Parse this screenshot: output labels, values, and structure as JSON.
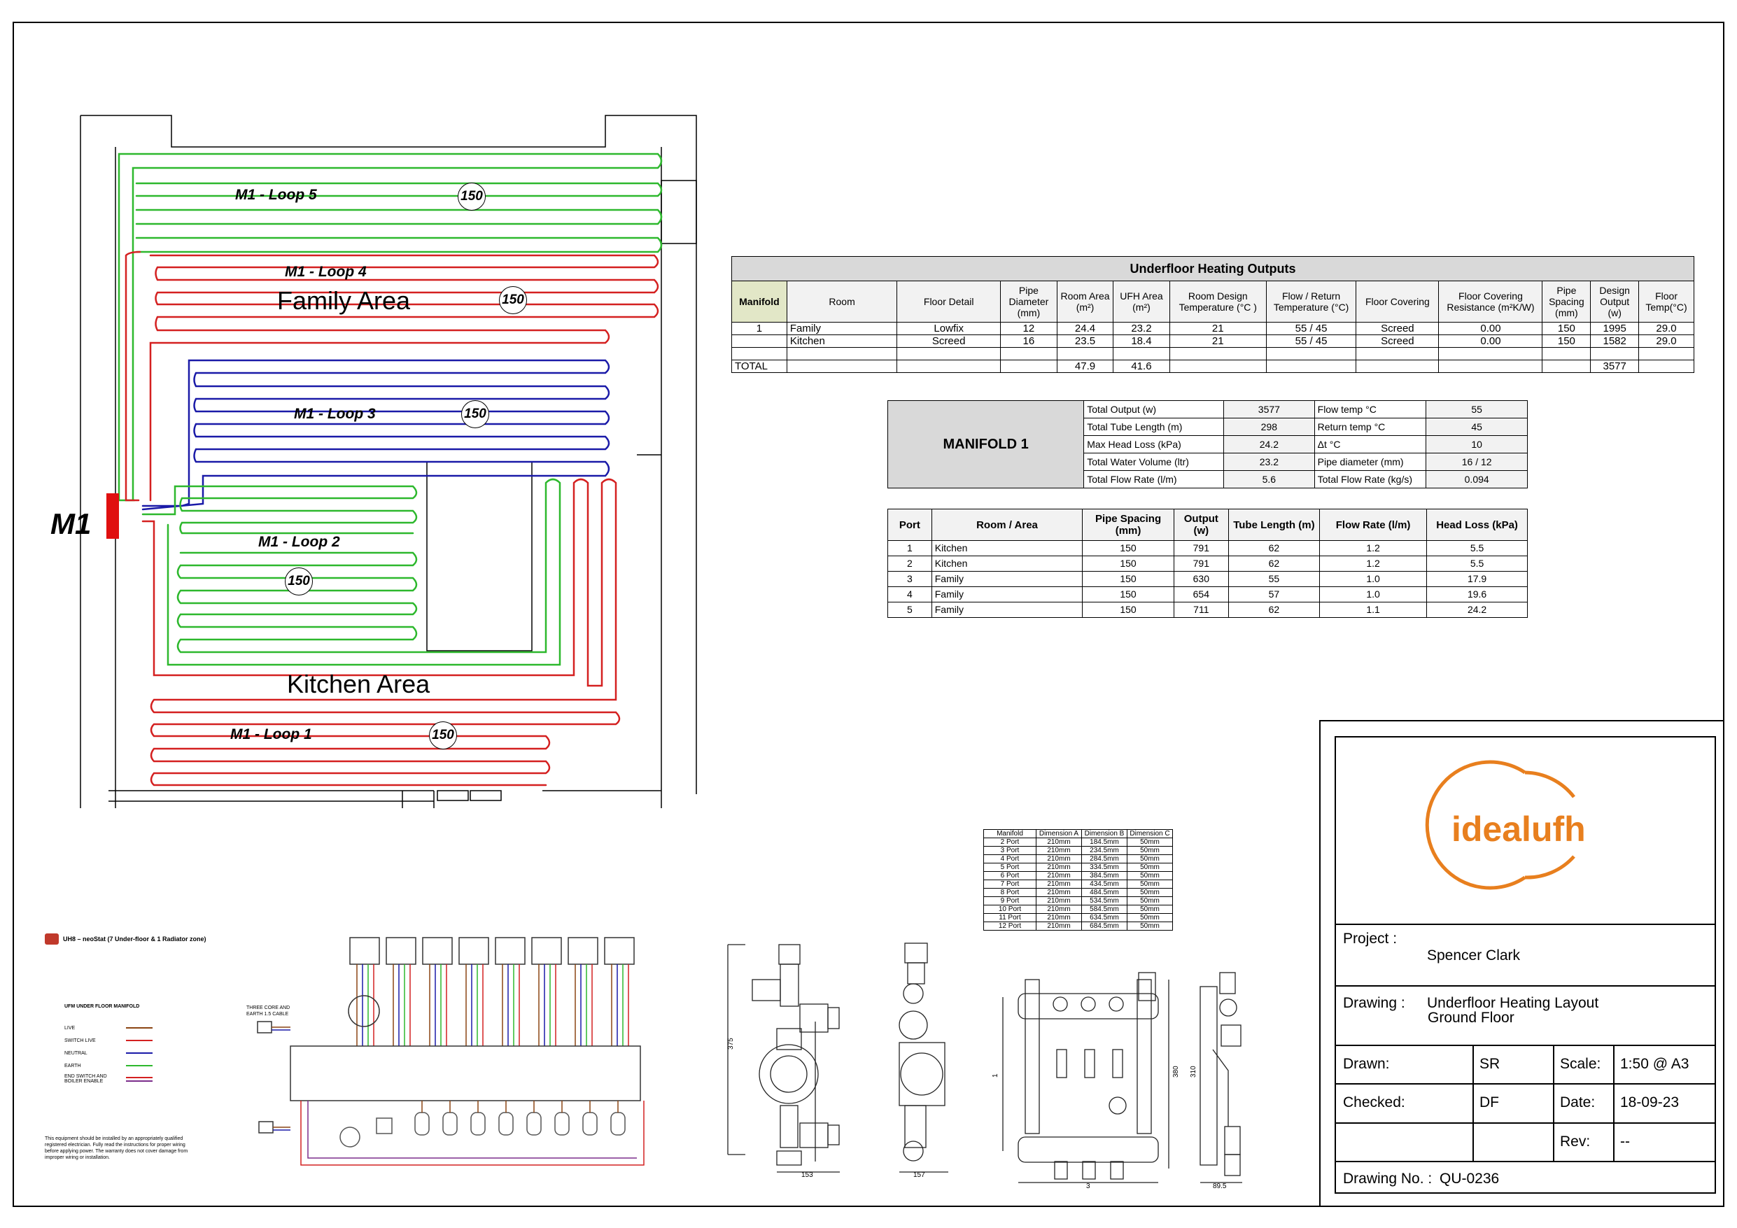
{
  "plan": {
    "manifold_tag": "M1",
    "area_family": "Family Area",
    "area_kitchen": "Kitchen Area",
    "loops": [
      {
        "label": "M1 - Loop 5",
        "spacing": "150",
        "color": "#2db82d"
      },
      {
        "label": "M1 - Loop 4",
        "spacing": "150",
        "color": "#d42020"
      },
      {
        "label": "M1 - Loop 3",
        "spacing": "150",
        "color": "#1a1aa8"
      },
      {
        "label": "M1 - Loop 2",
        "spacing": "150",
        "color": "#2db82d"
      },
      {
        "label": "M1 - Loop 1",
        "spacing": "150",
        "color": "#d42020"
      }
    ],
    "manifold_color": "#e01010"
  },
  "outputs": {
    "title": "Underfloor Heating Outputs",
    "headers": [
      "Manifold",
      "Room",
      "Floor Detail",
      "Pipe Diameter (mm)",
      "Room Area (m²)",
      "UFH Area (m²)",
      "Room Design Temperature (°C )",
      "Flow / Return Temperature (°C)",
      "Floor Covering",
      "Floor Covering Resistance (m²K/W)",
      "Pipe Spacing (mm)",
      "Design Output (w)",
      "Floor Temp(°C)"
    ],
    "rows": [
      [
        "1",
        "Family",
        "Lowfix",
        "12",
        "24.4",
        "23.2",
        "21",
        "55 / 45",
        "Screed",
        "0.00",
        "150",
        "1995",
        "29.0"
      ],
      [
        "",
        "Kitchen",
        "Screed",
        "16",
        "23.5",
        "18.4",
        "21",
        "55 / 45",
        "Screed",
        "0.00",
        "150",
        "1582",
        "29.0"
      ],
      [
        "",
        "",
        "",
        "",
        "",
        "",
        "",
        "",
        "",
        "",
        "",
        "",
        ""
      ]
    ],
    "total": [
      "TOTAL",
      "",
      "",
      "",
      "47.9",
      "41.6",
      "",
      "",
      "",
      "",
      "",
      "3577",
      ""
    ]
  },
  "manifold": {
    "title": "MANIFOLD 1",
    "rows": [
      [
        "Total Output (w)",
        "3577",
        "Flow temp °C",
        "55"
      ],
      [
        "Total Tube Length (m)",
        "298",
        "Return temp °C",
        "45"
      ],
      [
        "Max Head Loss (kPa)",
        "24.2",
        "Δt °C",
        "10"
      ],
      [
        "Total Water Volume (ltr)",
        "23.2",
        "Pipe diameter (mm)",
        "16 / 12"
      ],
      [
        "Total Flow Rate (l/m)",
        "5.6",
        "Total Flow Rate (kg/s)",
        "0.094"
      ]
    ]
  },
  "ports": {
    "headers": [
      "Port",
      "Room / Area",
      "Pipe Spacing (mm)",
      "Output (w)",
      "Tube Length (m)",
      "Flow Rate (l/m)",
      "Head Loss (kPa)"
    ],
    "rows": [
      [
        "1",
        "Kitchen",
        "150",
        "791",
        "62",
        "1.2",
        "5.5"
      ],
      [
        "2",
        "Kitchen",
        "150",
        "791",
        "62",
        "1.2",
        "5.5"
      ],
      [
        "3",
        "Family",
        "150",
        "630",
        "55",
        "1.0",
        "17.9"
      ],
      [
        "4",
        "Family",
        "150",
        "654",
        "57",
        "1.0",
        "19.6"
      ],
      [
        "5",
        "Family",
        "150",
        "711",
        "62",
        "1.1",
        "24.2"
      ]
    ]
  },
  "dims": {
    "headers": [
      "Manifold",
      "Dimension A",
      "Dimension B",
      "Dimension C"
    ],
    "rows": [
      [
        "2 Port",
        "210mm",
        "184.5mm",
        "50mm"
      ],
      [
        "3 Port",
        "210mm",
        "234.5mm",
        "50mm"
      ],
      [
        "4 Port",
        "210mm",
        "284.5mm",
        "50mm"
      ],
      [
        "5 Port",
        "210mm",
        "334.5mm",
        "50mm"
      ],
      [
        "6 Port",
        "210mm",
        "384.5mm",
        "50mm"
      ],
      [
        "7 Port",
        "210mm",
        "434.5mm",
        "50mm"
      ],
      [
        "8 Port",
        "210mm",
        "484.5mm",
        "50mm"
      ],
      [
        "9 Port",
        "210mm",
        "534.5mm",
        "50mm"
      ],
      [
        "10 Port",
        "210mm",
        "584.5mm",
        "50mm"
      ],
      [
        "11 Port",
        "210mm",
        "634.5mm",
        "50mm"
      ],
      [
        "12 Port",
        "210mm",
        "684.5mm",
        "50mm"
      ]
    ]
  },
  "wiring": {
    "title": "UH8 – neoStat (7 Under-floor & 1 Radiator zone)",
    "legend_title": "UFM   UNDER FLOOR MANIFOLD",
    "legend": [
      {
        "label": "LIVE",
        "color": "#8b4513"
      },
      {
        "label": "SWITCH LIVE",
        "color": "#d42020"
      },
      {
        "label": "NEUTRAL",
        "color": "#1a1aa8"
      },
      {
        "label": "EARTH",
        "color": "#2db82d"
      },
      {
        "label": "END SWITCH AND BOILER ENABLE",
        "color": "#7b2d8b"
      }
    ],
    "cable_note": "THREE CORE AND EARTH 1.5 CABLE",
    "disclaimer": "This equipment should be installed by an appropriately qualified registered electrician. Fully read the instructions for proper wiring before applying power. The warranty does not cover damage from improper wiring or installation."
  },
  "title_block": {
    "logo_text": "idealufh",
    "logo_color": "#e87f1e",
    "project_label": "Project :",
    "project_value": "Spencer Clark",
    "drawing_label": "Drawing :",
    "drawing_value_1": "Underfloor Heating Layout",
    "drawing_value_2": "Ground Floor",
    "drawn_label": "Drawn:",
    "drawn_value": "SR",
    "scale_label": "Scale:",
    "scale_value": "1:50 @ A3",
    "checked_label": "Checked:",
    "checked_value": "DF",
    "date_label": "Date:",
    "date_value": "18-09-23",
    "rev_label": "Rev:",
    "rev_value": "--",
    "drawing_no_label": "Drawing No. :",
    "drawing_no_value": "QU-0236"
  }
}
